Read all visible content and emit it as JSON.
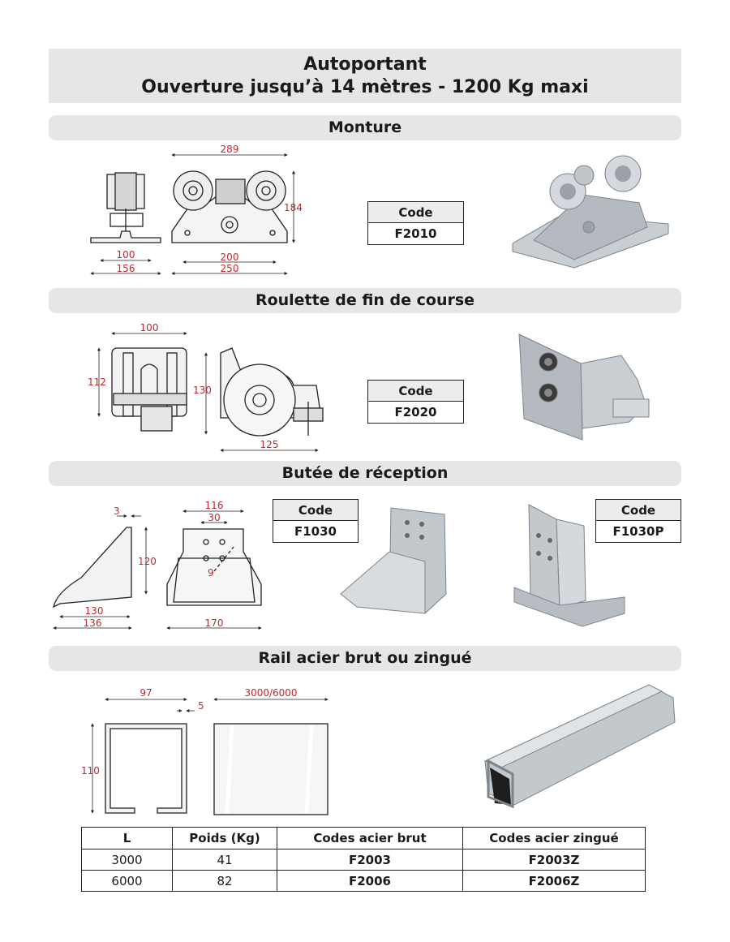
{
  "header": {
    "title_line1": "Autoportant",
    "title_line2": "Ouverture jusqu’à 14 mètres - 1200 Kg maxi"
  },
  "sections": {
    "monture": {
      "title": "Monture",
      "code_header": "Code",
      "code": "F2010",
      "dims": {
        "width_top": "289",
        "height": "184",
        "base_inner": "200",
        "base_outer": "250",
        "side_inner": "100",
        "side_outer": "156"
      }
    },
    "roulette": {
      "title": "Roulette de fin de course",
      "code_header": "Code",
      "code": "F2020",
      "dims": {
        "width_top": "100",
        "height_left": "112",
        "height_right": "130",
        "width_bottom": "125"
      }
    },
    "butee": {
      "title": "Butée de réception",
      "code_header_a": "Code",
      "code_a": "F1030",
      "code_header_b": "Code",
      "code_b": "F1030P",
      "dims": {
        "thickness": "3",
        "height": "120",
        "depth_inner": "130",
        "depth_outer": "136",
        "width_top": "116",
        "hole_spacing": "30",
        "hole_diameter": "9",
        "width_bottom": "170"
      }
    },
    "rail": {
      "title": "Rail acier brut ou zingué",
      "dims": {
        "width": "97",
        "gap": "5",
        "length": "3000/6000",
        "height": "110"
      }
    }
  },
  "rail_table": {
    "headers": [
      "L",
      "Poids (Kg)",
      "Codes acier brut",
      "Codes acier zingué"
    ],
    "rows": [
      [
        "3000",
        "41",
        "F2003",
        "F2003Z"
      ],
      [
        "6000",
        "82",
        "F2006",
        "F2006Z"
      ]
    ]
  },
  "colors": {
    "dimension": "#c0282d",
    "bar": "#e6e6e6",
    "metal": "#b9bec4"
  }
}
